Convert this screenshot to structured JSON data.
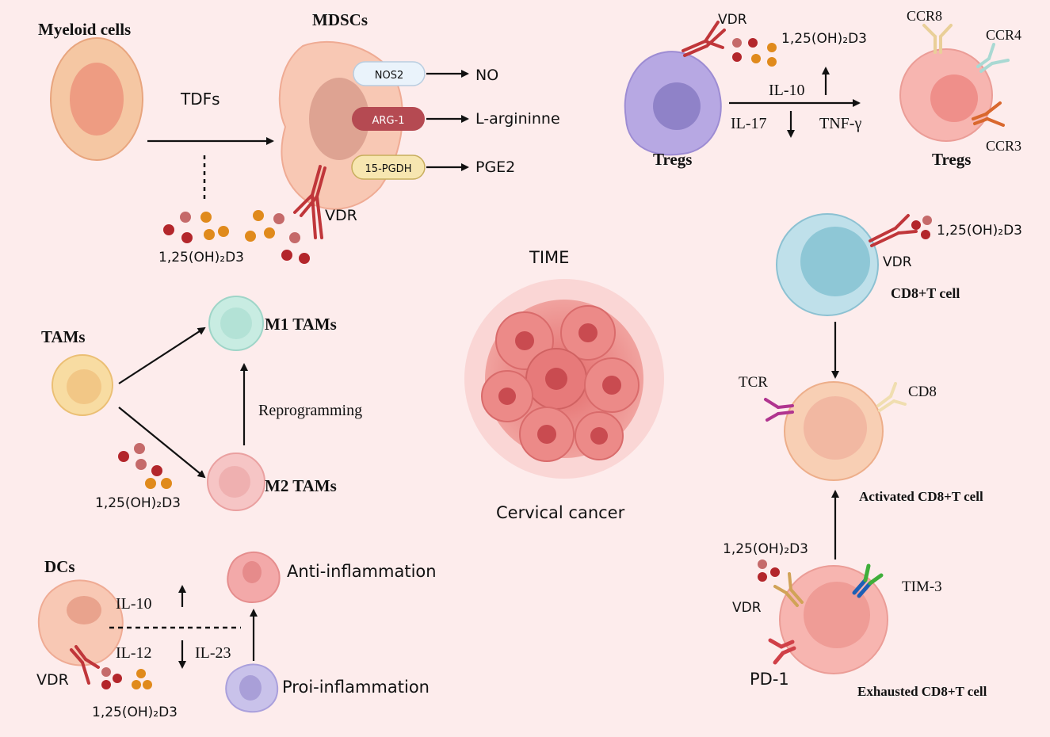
{
  "labels": {
    "myeloid_cells": "Myeloid cells",
    "mdscs": "MDSCs",
    "tdfs": "TDFs",
    "nos2": "NOS2",
    "no": "NO",
    "arg1": "ARG-1",
    "l_arginine": "L-argininne",
    "pgdh": "15-PGDH",
    "pge2": "PGE2",
    "vdr": "VDR",
    "vitd": "1,25(OH)₂D3",
    "tregs": "Tregs",
    "il10": "IL-10",
    "il17": "IL-17",
    "tnf": "TNF-γ",
    "ccr8": "CCR8",
    "ccr4": "CCR4",
    "ccr3": "CCR3",
    "tams": "TAMs",
    "m1_tams": "M1 TAMs",
    "m2_tams": "M2 TAMs",
    "reprogramming": "Reprogramming",
    "time": "TIME",
    "cervical_cancer": "Cervical cancer",
    "cd8_t_cell": "CD8+T cell",
    "tcr": "TCR",
    "cd8": "CD8",
    "activated_cd8": "Activated CD8+T cell",
    "exhausted_cd8": "Exhausted CD8+T cell",
    "tim3": "TIM-3",
    "pd1": "PD-1",
    "dcs": "DCs",
    "il12": "IL-12",
    "il23": "IL-23",
    "anti_inflammation": "Anti-inflammation",
    "proi_inflammation": "Proi-inflammation"
  },
  "colors": {
    "background": "#fdecec",
    "vitd_dark": "#b3262b",
    "vitd_orange": "#e08a1c",
    "vitd_pink": "#c56a6a",
    "receptor_red": "#c0363a",
    "nos2_fill": "#eaf3fb",
    "arg1_fill": "#b54a52",
    "pgdh_fill": "#f7e6b0"
  }
}
